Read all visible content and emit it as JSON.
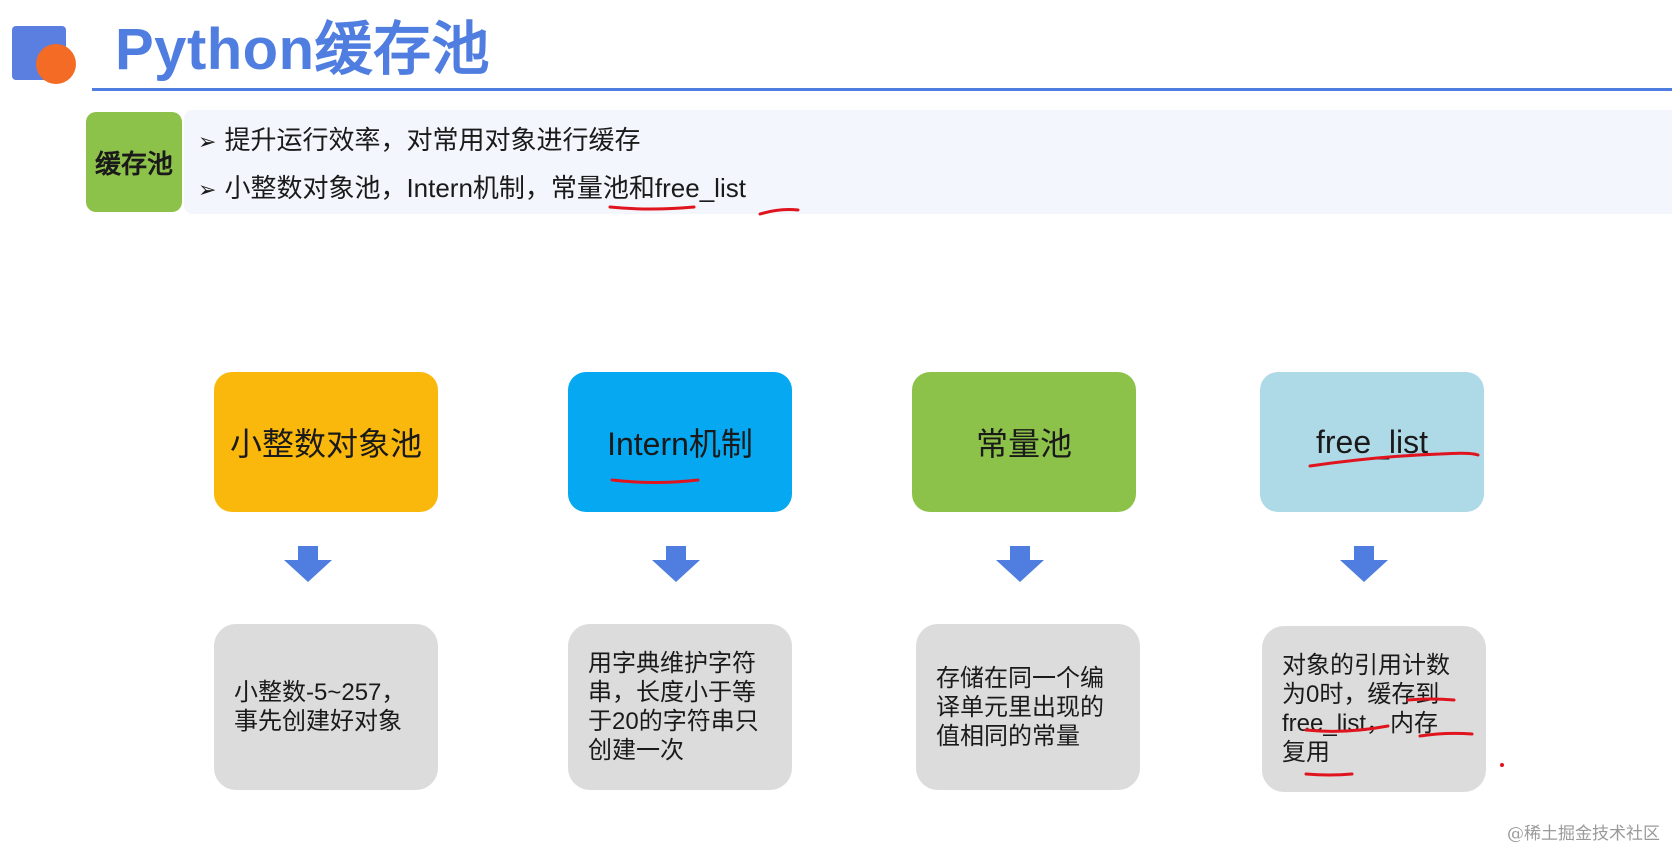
{
  "slide": {
    "title": "Python缓存池",
    "tag": "缓存池",
    "bullets": [
      "提升运行效率，对常用对象进行缓存",
      "小整数对象池，Intern机制，常量池和free_list"
    ],
    "bullet_marker": "➢"
  },
  "columns": [
    {
      "name": "小整数对象池",
      "color": "#fbb80c",
      "desc": "小整数-5~257，\n事先创建好对象"
    },
    {
      "name": "Intern机制",
      "color": "#06a8f1",
      "desc": "用字典维护字符\n串，长度小于等\n于20的字符串只\n创建一次"
    },
    {
      "name": "常量池",
      "color": "#8dc24a",
      "desc": "存储在同一个编\n译单元里出现的\n值相同的常量"
    },
    {
      "name": "free_list",
      "color": "#aedae8",
      "desc": "对象的引用计数\n为0时，缓存到\nfree_list，内存\n复用"
    }
  ],
  "colors": {
    "title": "#4f7de0",
    "arrow": "#4f7de0",
    "annotation": "#e0141e",
    "desc_box": "#dcdcdc"
  },
  "watermark": "@稀土掘金技术社区"
}
